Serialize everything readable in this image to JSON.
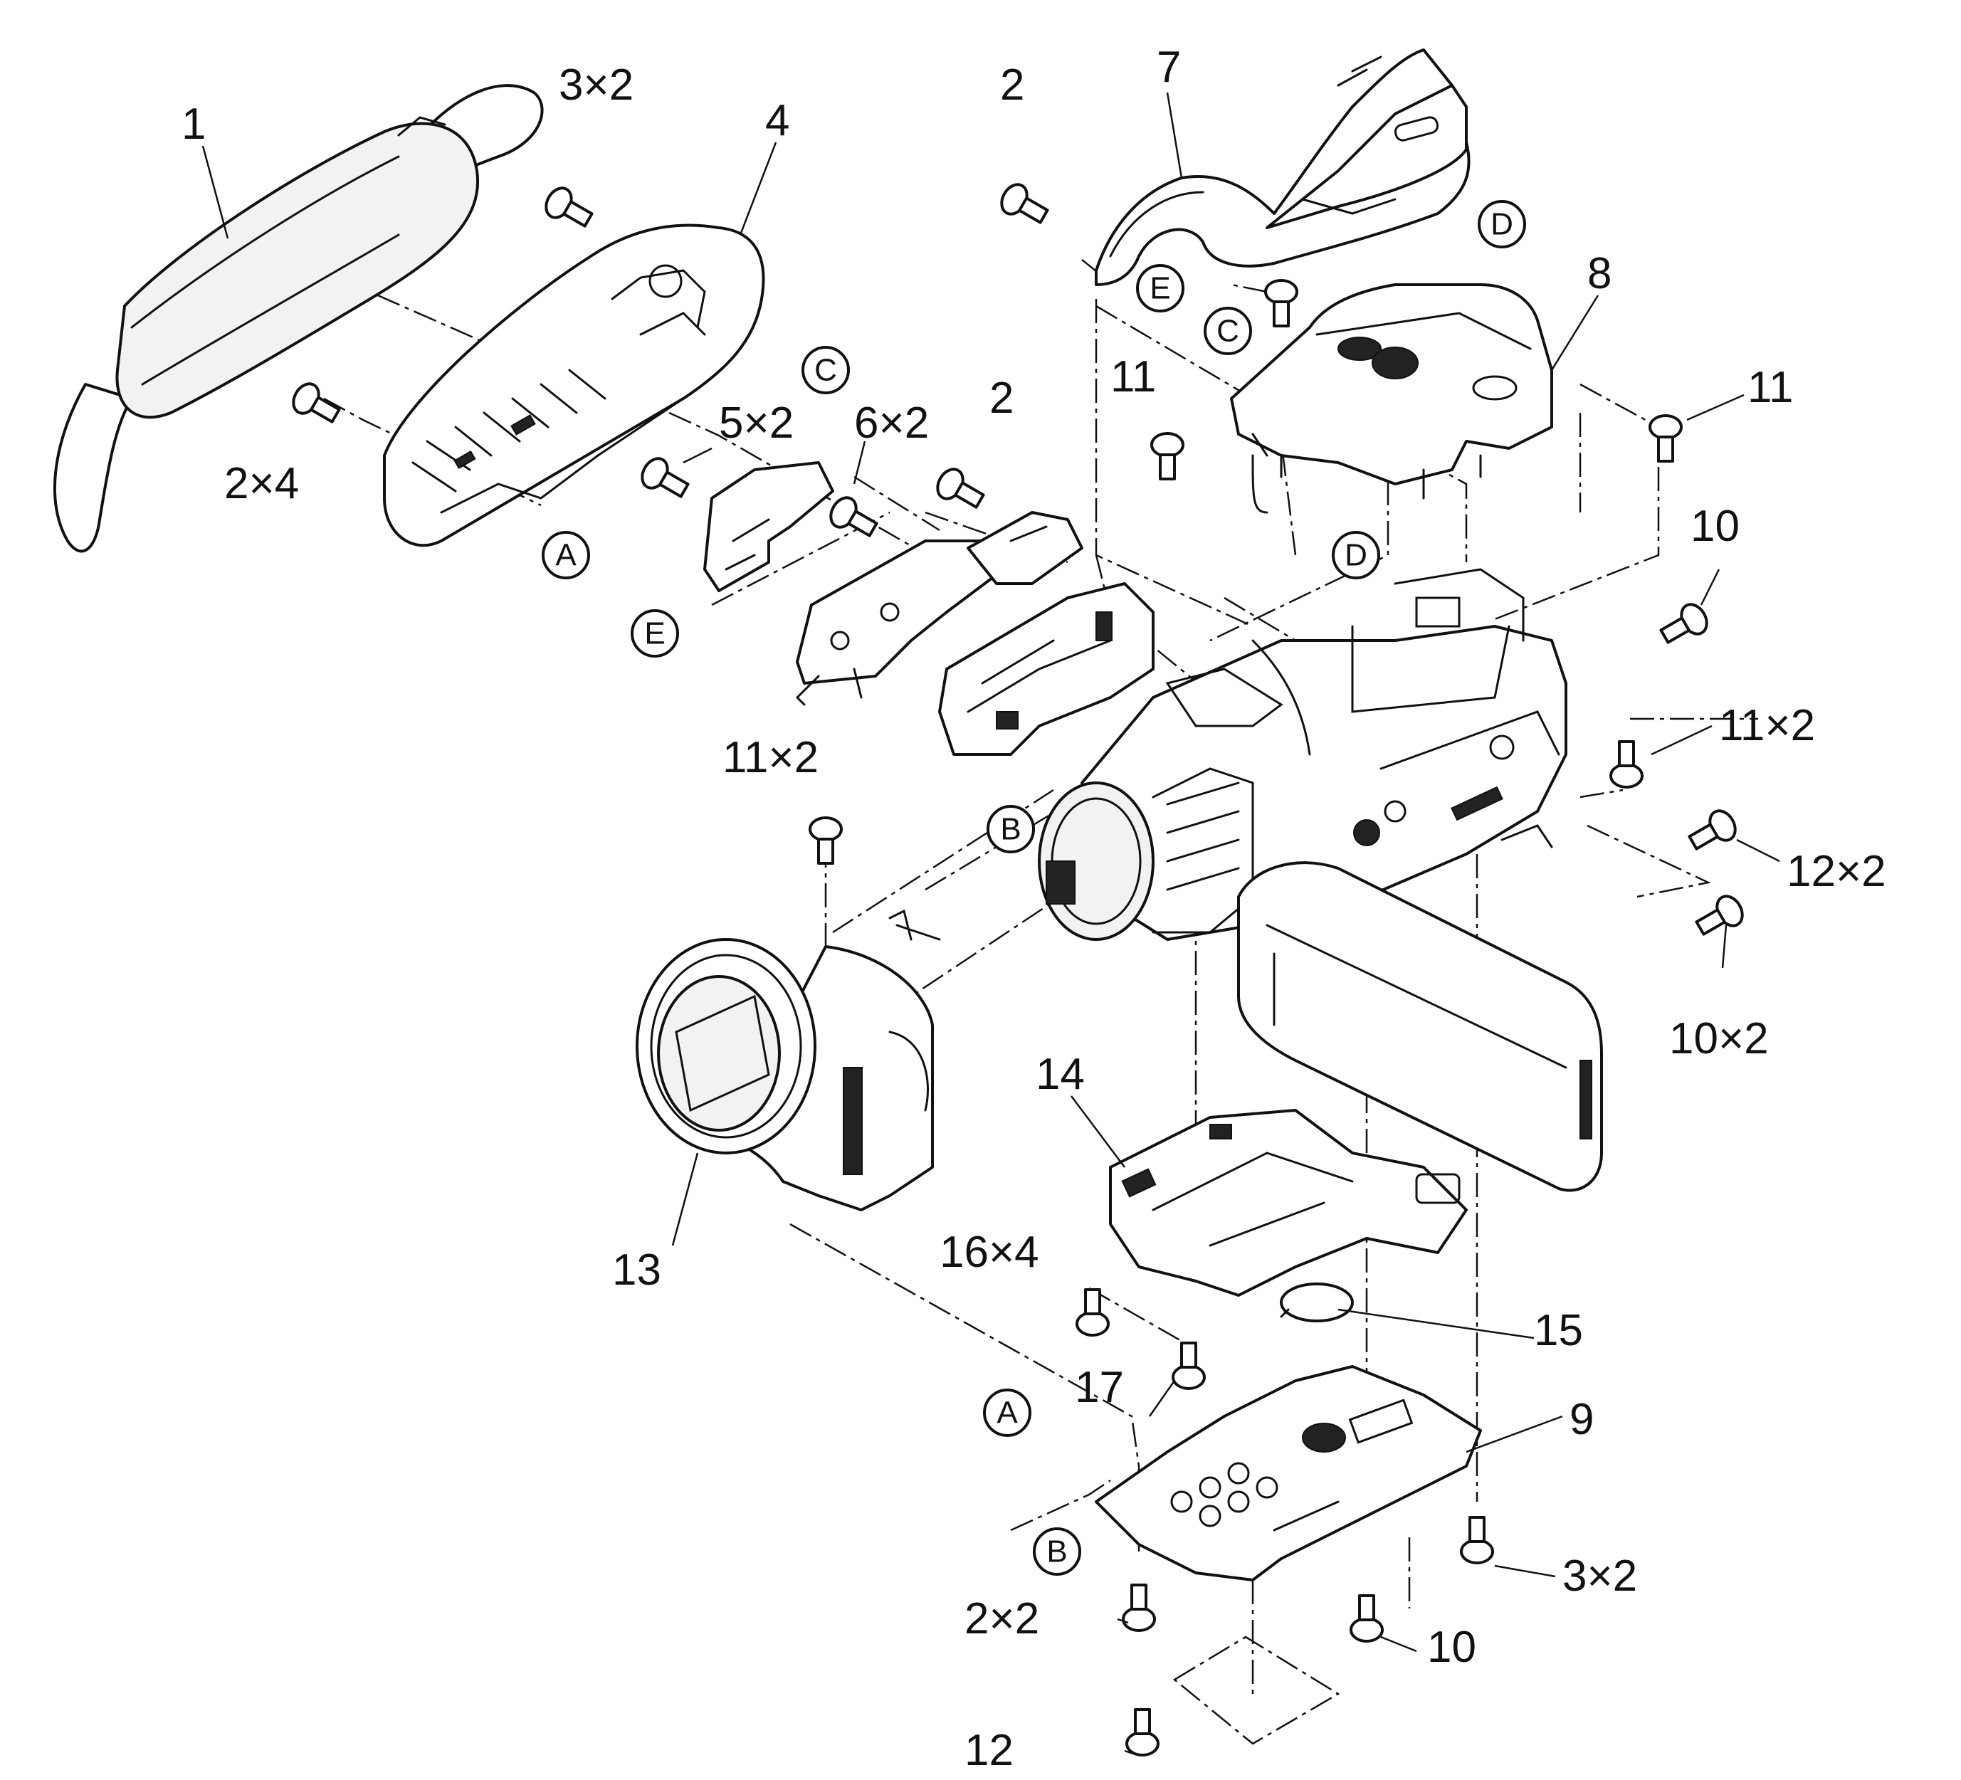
{
  "part_labels": {
    "p1": "1",
    "p3x2_top": "3×2",
    "p4": "4",
    "p2_top": "2",
    "p7": "7",
    "p8": "8",
    "p11_a": "11",
    "p11_b": "11",
    "p2x4": "2×4",
    "p5x2": "5×2",
    "p6x2": "6×2",
    "p2_mid": "2",
    "p10_right": "10",
    "p11x2_right": "11×2",
    "p11x2_left": "11×2",
    "p12x2": "12×2",
    "p10x2": "10×2",
    "p13": "13",
    "p14": "14",
    "p16x4": "16×4",
    "p15": "15",
    "p17": "17",
    "p9": "9",
    "p3x2_bottom": "3×2",
    "p2x2": "2×2",
    "p10_bottom": "10",
    "p12": "12"
  },
  "ref_markers": {
    "c_left": "C",
    "a_left": "A",
    "e_left": "E",
    "e_top": "E",
    "d_top": "D",
    "c_top": "C",
    "d_mid": "D",
    "b_mid": "B",
    "a_bottom": "A",
    "b_bottom": "B"
  }
}
